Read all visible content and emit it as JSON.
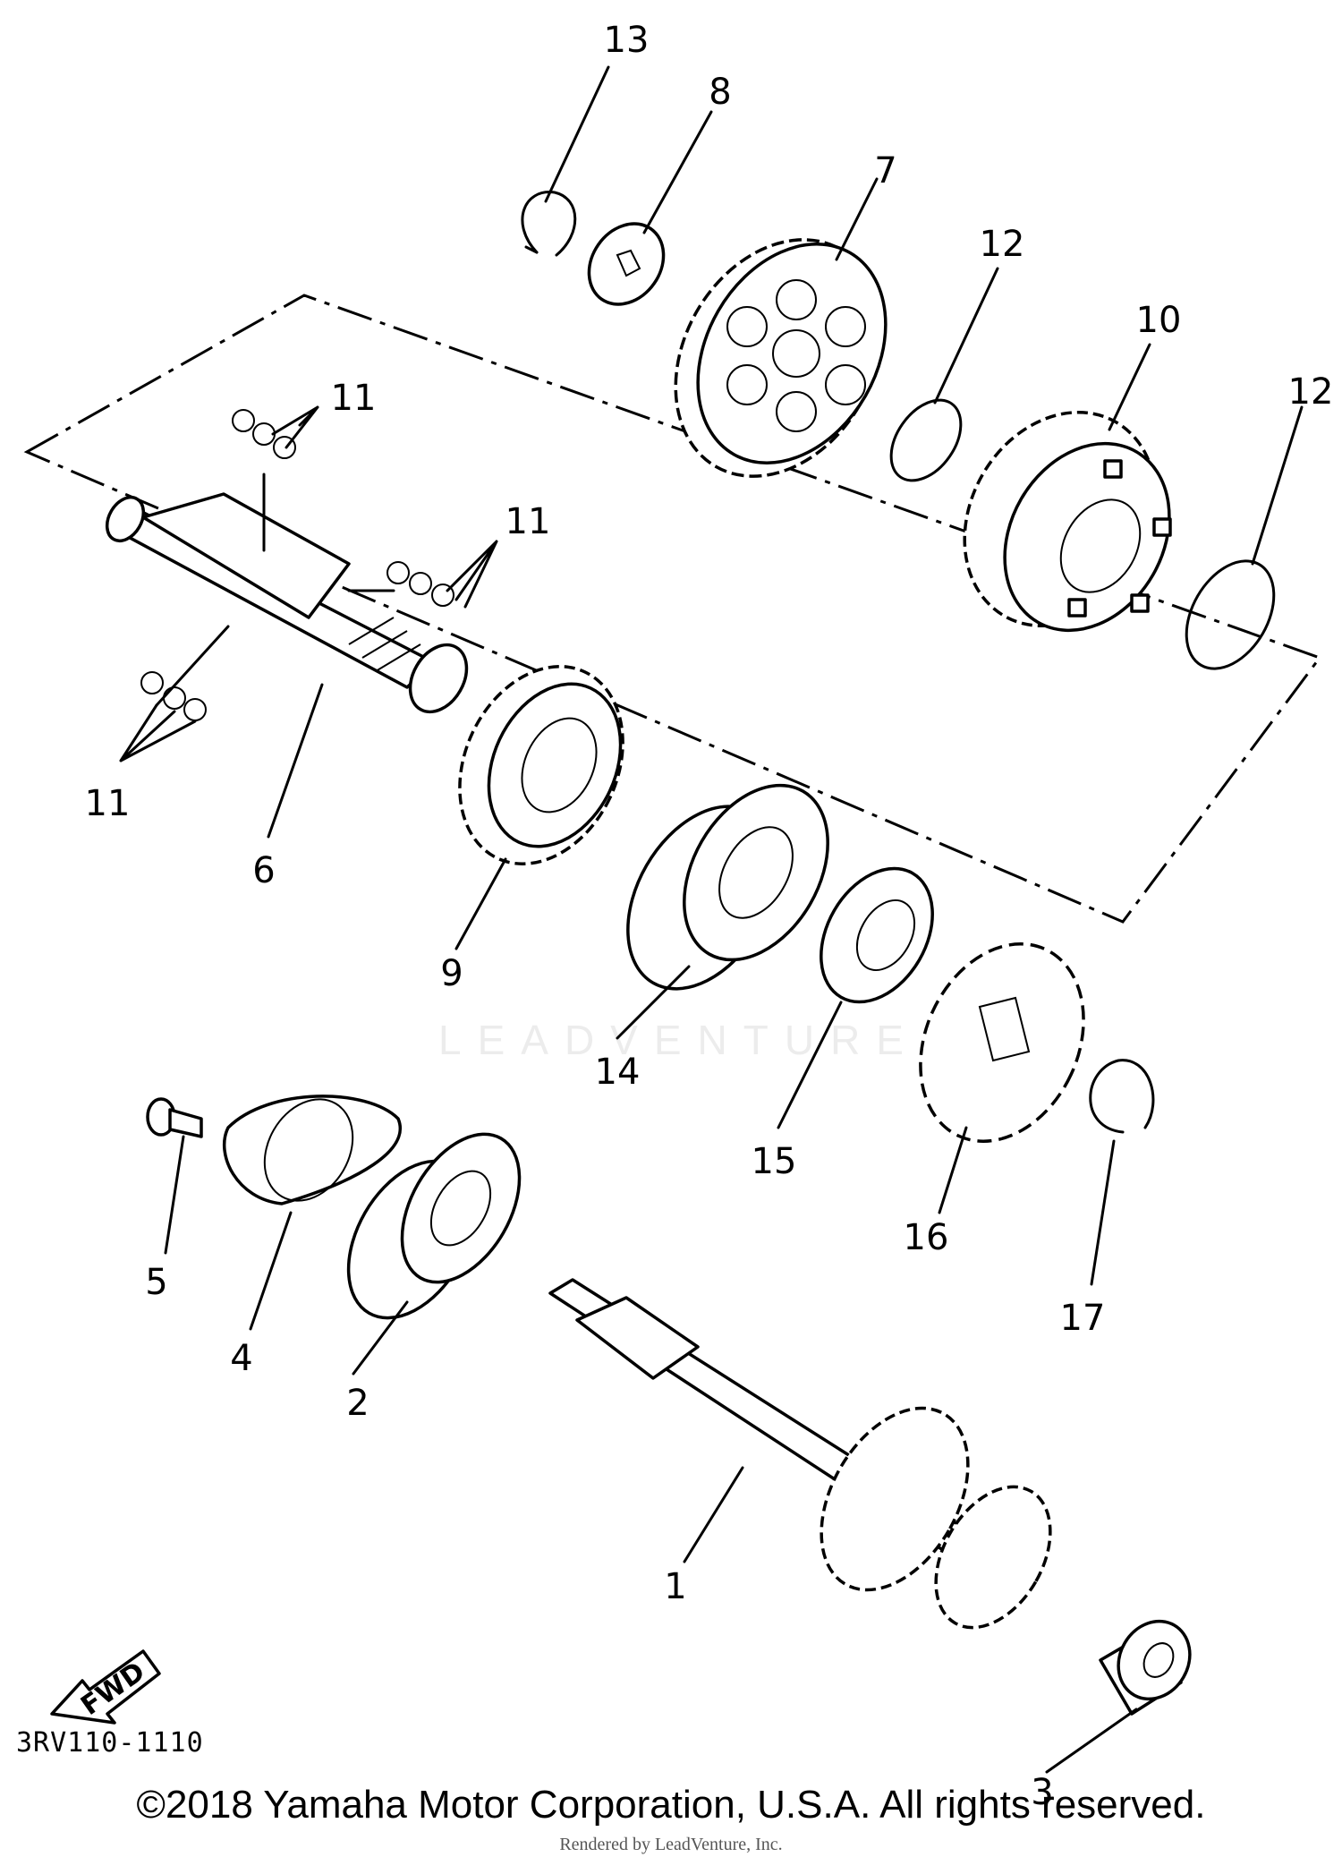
{
  "diagram": {
    "drawing_code": "3RV110-1110",
    "fwd_label": "FWD",
    "copyright": "©2018 Yamaha Motor Corporation, U.S.A. All rights reserved.",
    "rendered_by": "Rendered by LeadVenture, Inc.",
    "watermark": "LEADVENTURE",
    "callouts": [
      "13",
      "8",
      "7",
      "12",
      "10",
      "12",
      "11",
      "11",
      "11",
      "6",
      "9",
      "14",
      "15",
      "16",
      "17",
      "5",
      "4",
      "2",
      "1",
      "3"
    ]
  }
}
